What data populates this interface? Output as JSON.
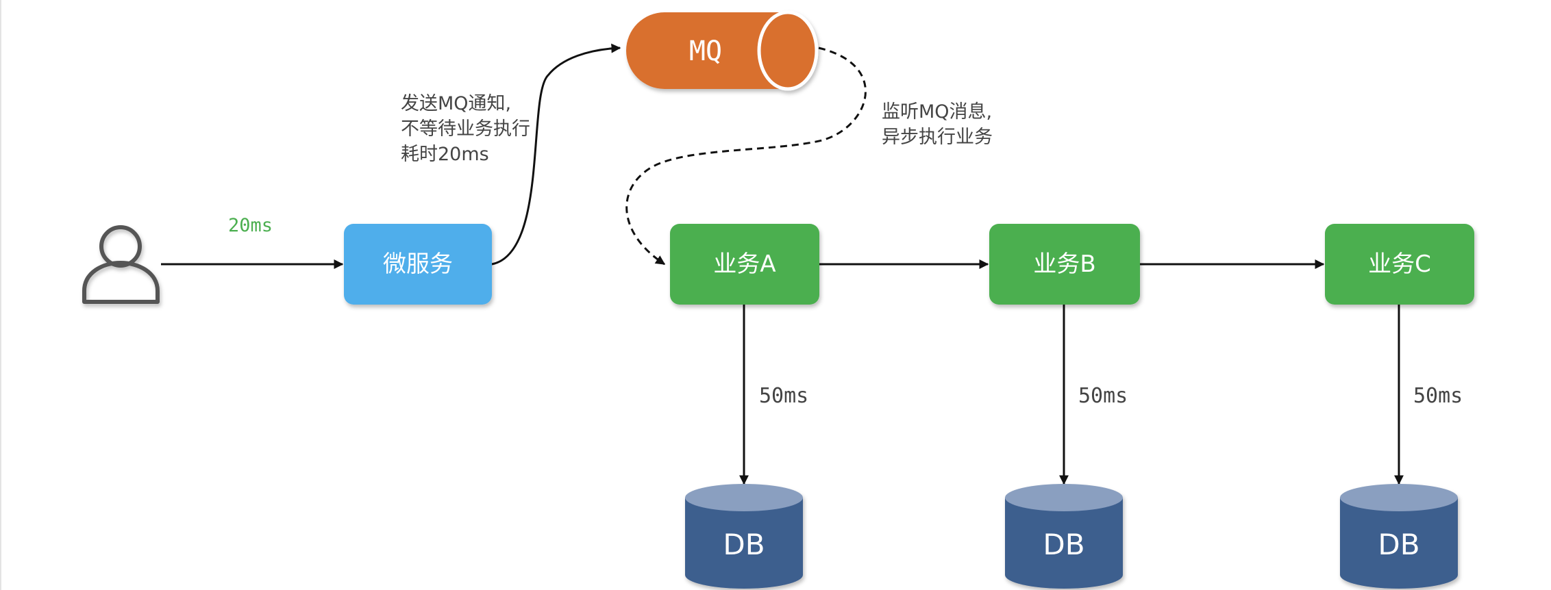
{
  "nodes": {
    "user": {
      "icon": "user-icon"
    },
    "microservice": {
      "label": "微服务",
      "color": "#4faeeb"
    },
    "mq": {
      "label": "MQ",
      "color": "#d9702f"
    },
    "service_a": {
      "label": "业务A",
      "color": "#4caf50"
    },
    "service_b": {
      "label": "业务B",
      "color": "#4caf50"
    },
    "service_c": {
      "label": "业务C",
      "color": "#4caf50"
    },
    "db_a": {
      "label": "DB",
      "color": "#3e5e8e"
    },
    "db_b": {
      "label": "DB",
      "color": "#3e5e8e"
    },
    "db_c": {
      "label": "DB",
      "color": "#3e5e8e"
    }
  },
  "edges": {
    "user_to_microservice": {
      "label": "20ms",
      "color": "#4caf50"
    },
    "microservice_to_mq": {
      "label_lines": [
        "发送MQ通知,",
        "不等待业务执行",
        "耗时20ms"
      ]
    },
    "mq_to_service_a": {
      "label_lines": [
        "监听MQ消息,",
        "异步执行业务"
      ]
    },
    "service_a_to_db": {
      "label": "50ms"
    },
    "service_b_to_db": {
      "label": "50ms"
    },
    "service_c_to_db": {
      "label": "50ms"
    }
  }
}
